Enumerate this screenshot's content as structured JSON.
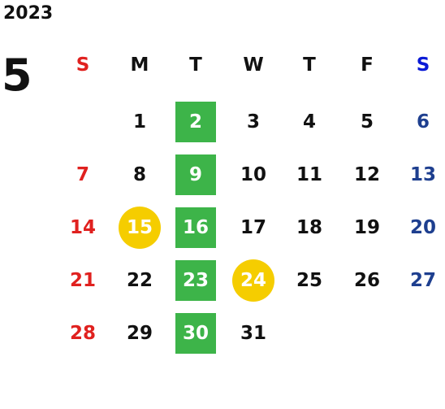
{
  "year": "2023",
  "month": "5",
  "colors": {
    "sunday": "#e0211f",
    "saturday_header": "#0a1ad6",
    "saturday": "#1e3f8f",
    "weekday": "#111111",
    "highlight_green": "#3db449",
    "highlight_yellow": "#f5cd00"
  },
  "weekdays": [
    "S",
    "M",
    "T",
    "W",
    "T",
    "F",
    "S"
  ],
  "weeks": [
    [
      "",
      "1",
      "2",
      "3",
      "4",
      "5",
      "6"
    ],
    [
      "7",
      "8",
      "9",
      "10",
      "11",
      "12",
      "13"
    ],
    [
      "14",
      "15",
      "16",
      "17",
      "18",
      "19",
      "20"
    ],
    [
      "21",
      "22",
      "23",
      "24",
      "25",
      "26",
      "27"
    ],
    [
      "28",
      "29",
      "30",
      "31",
      "",
      "",
      ""
    ]
  ],
  "green_days": [
    "2",
    "9",
    "16",
    "23",
    "30"
  ],
  "yellow_days": [
    "15",
    "24"
  ]
}
